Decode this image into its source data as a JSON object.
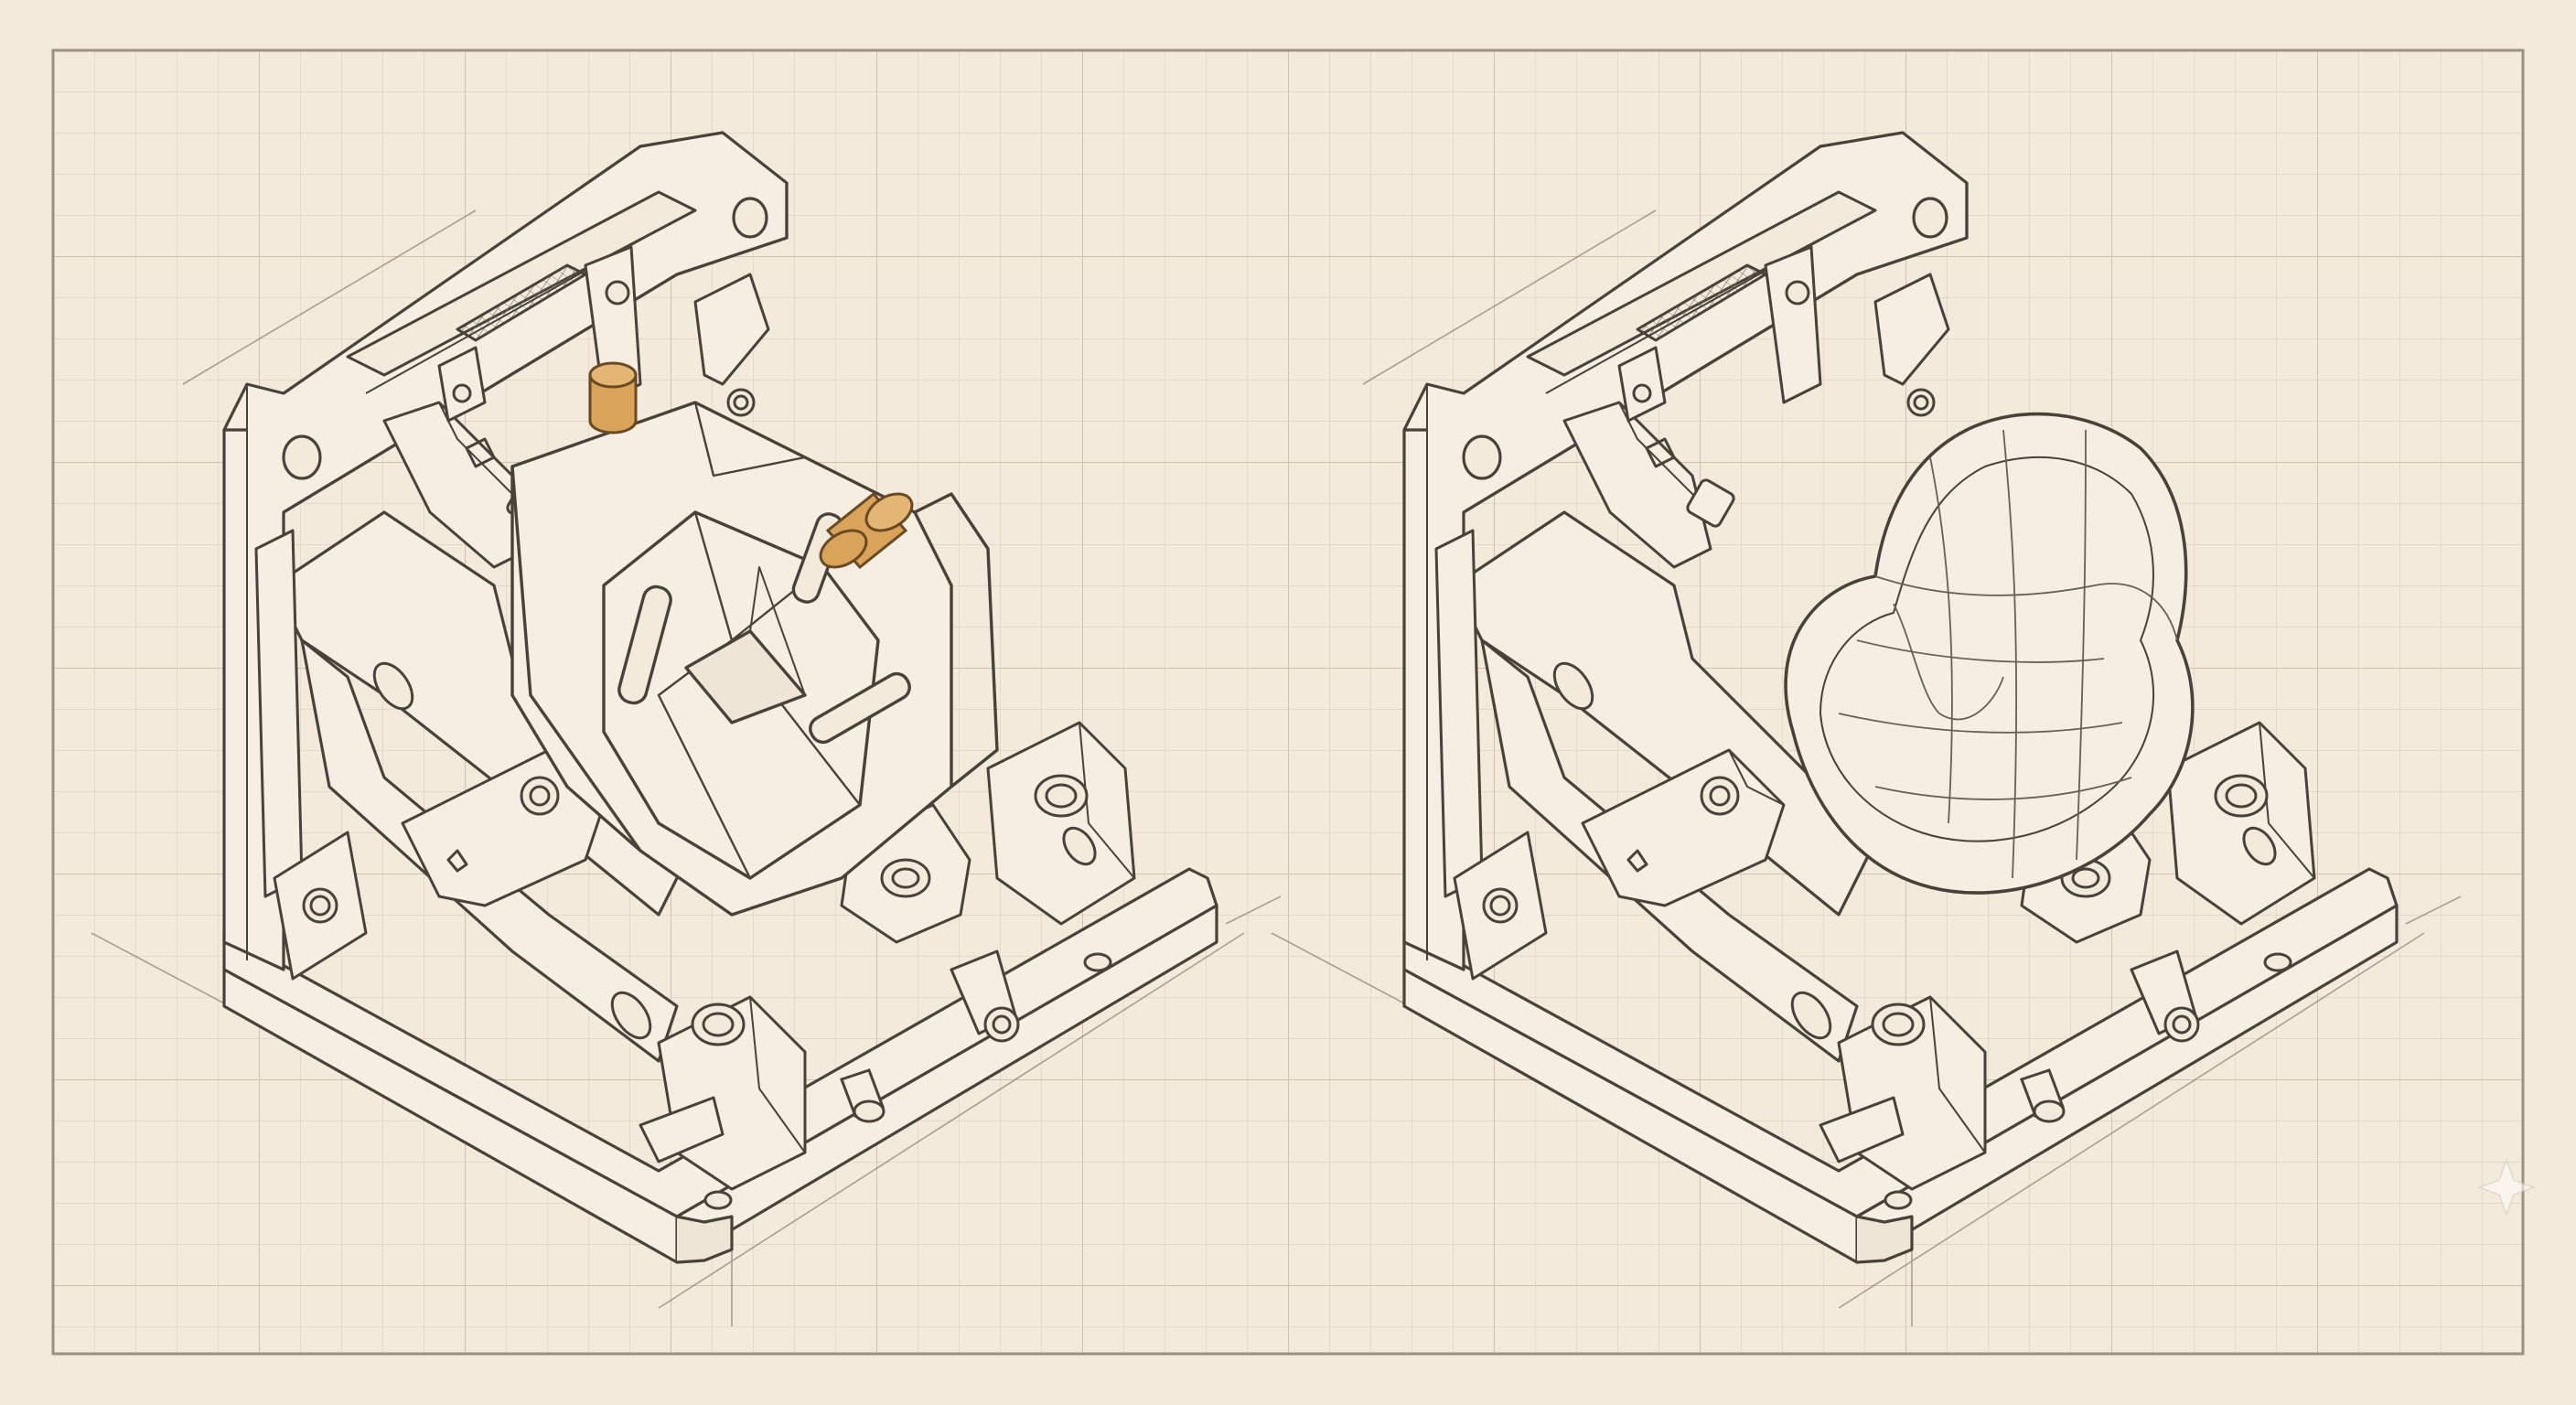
{
  "diagram": {
    "panels": [
      {
        "id": "left",
        "part": "faceted-block",
        "accent_pins": 2
      },
      {
        "id": "right",
        "part": "organic-shell",
        "accent_pins": 0
      }
    ]
  },
  "colors": {
    "paper": "#f3eadb",
    "grid_minor": "#e0d5c4",
    "grid_major": "#cfc3b0",
    "frame": "#9c9080",
    "ink": "#4a423a",
    "ink_light": "#8a7f72",
    "pin_fill": "#d9a45a",
    "pin_stroke": "#6a4a22",
    "hatch": "#7a6e62"
  },
  "icons": {
    "sparkle": "sparkle-icon"
  }
}
